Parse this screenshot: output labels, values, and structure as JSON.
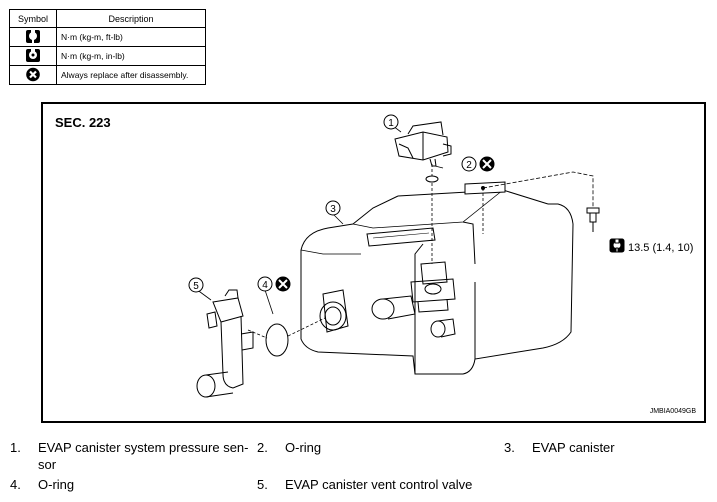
{
  "legend": {
    "header": {
      "symbol": "Symbol",
      "description": "Description"
    },
    "rows": [
      {
        "icon": "torque-wrench-icon",
        "description": "N·m (kg-m, ft-lb)"
      },
      {
        "icon": "torque-wrench-small-icon",
        "description": "N·m (kg-m, in-lb)"
      },
      {
        "icon": "replace-x-icon",
        "description": "Always replace after disassembly."
      }
    ]
  },
  "figure": {
    "section": "SEC. 223",
    "figure_id": "JMBIA0049GB",
    "torque_spec": "13.5 (1.4, 10)",
    "callouts": [
      "1",
      "2",
      "3",
      "4",
      "5"
    ]
  },
  "parts": [
    {
      "num": "1.",
      "name": "EVAP canister system pressure sen-",
      "name_cont": "sor"
    },
    {
      "num": "2.",
      "name": "O-ring"
    },
    {
      "num": "3.",
      "name": "EVAP canister"
    },
    {
      "num": "4.",
      "name": "O-ring"
    },
    {
      "num": "5.",
      "name": "EVAP canister vent control valve"
    }
  ]
}
